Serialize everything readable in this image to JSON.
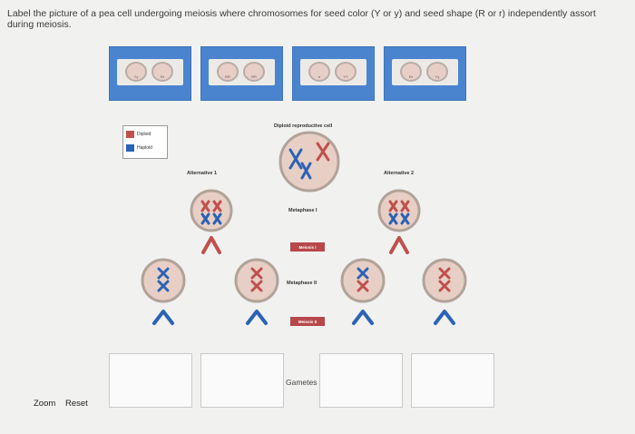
{
  "instructions": "Label the picture of a pea cell undergoing meiosis where chromosomes for seed color (Y or y) and seed shape (R or r) independently assort during meiosis.",
  "cards": [
    {
      "labels": [
        "Yy",
        "Rr"
      ]
    },
    {
      "labels": [
        "RR",
        "RR"
      ]
    },
    {
      "labels": [
        "rr",
        "YY"
      ]
    },
    {
      "labels": [
        "Rr",
        "Yy"
      ]
    }
  ],
  "legend": {
    "items": [
      {
        "label": "Diploid",
        "color": "#c0504d"
      },
      {
        "label": "Haploid",
        "color": "#2b63b5"
      }
    ]
  },
  "diagram": {
    "title": "Diploid reproductive cell",
    "alt1": "Alternative 1",
    "alt2": "Alternative 2",
    "metaphase1": "Metaphase I",
    "meiosis1": "Meiosis I",
    "metaphase2": "Metaphase II",
    "meiosis2": "Meiosis II",
    "gametes": "Gametes"
  },
  "colors": {
    "maternal": "#c0504d",
    "paternal": "#2b63b5",
    "card_blue": "#4a84cf"
  },
  "controls": {
    "zoom": "Zoom",
    "reset": "Reset"
  }
}
